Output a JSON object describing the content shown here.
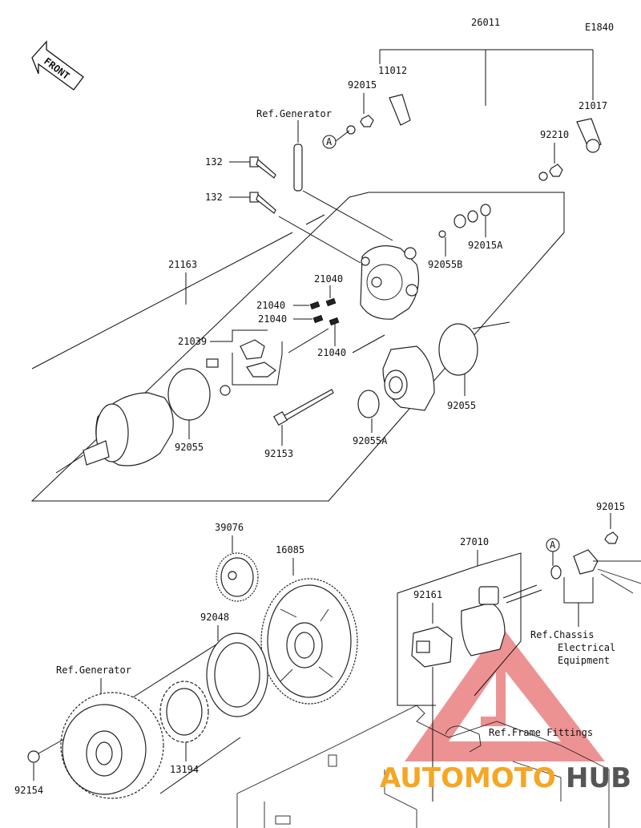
{
  "diagram_code": "E1840",
  "front_label": "FRONT",
  "watermark": {
    "part1": "AUTOMOTO",
    "part2": "HUB",
    "color1": "#f5a623",
    "color2": "#555555",
    "logo_color": "#e03a3a"
  },
  "callout_A": "A",
  "labels": {
    "p26011": "26011",
    "p11012": "11012",
    "p92015_top": "92015",
    "p21017": "21017",
    "p92210": "92210",
    "ref_generator_top": "Ref.Generator",
    "p132_a": "132",
    "p132_b": "132",
    "p92015A": "92015A",
    "p92055B": "92055B",
    "p21163": "21163",
    "p21040_a": "21040",
    "p21040_b": "21040",
    "p21040_c": "21040",
    "p21040_d": "21040",
    "p21039": "21039",
    "p92055_left": "92055",
    "p92055_right": "92055",
    "p92153": "92153",
    "p92055A": "92055A",
    "p39076": "39076",
    "p16085": "16085",
    "p92048": "92048",
    "ref_generator_bottom": "Ref.Generator",
    "p13194": "13194",
    "p92154": "92154",
    "p27010": "27010",
    "p92161": "92161",
    "p92015_right": "92015",
    "ref_chassis_1": "Ref.Chassis",
    "ref_chassis_2": "Electrical",
    "ref_chassis_3": "Equipment",
    "ref_frame": "Ref.Frame Fittings"
  }
}
